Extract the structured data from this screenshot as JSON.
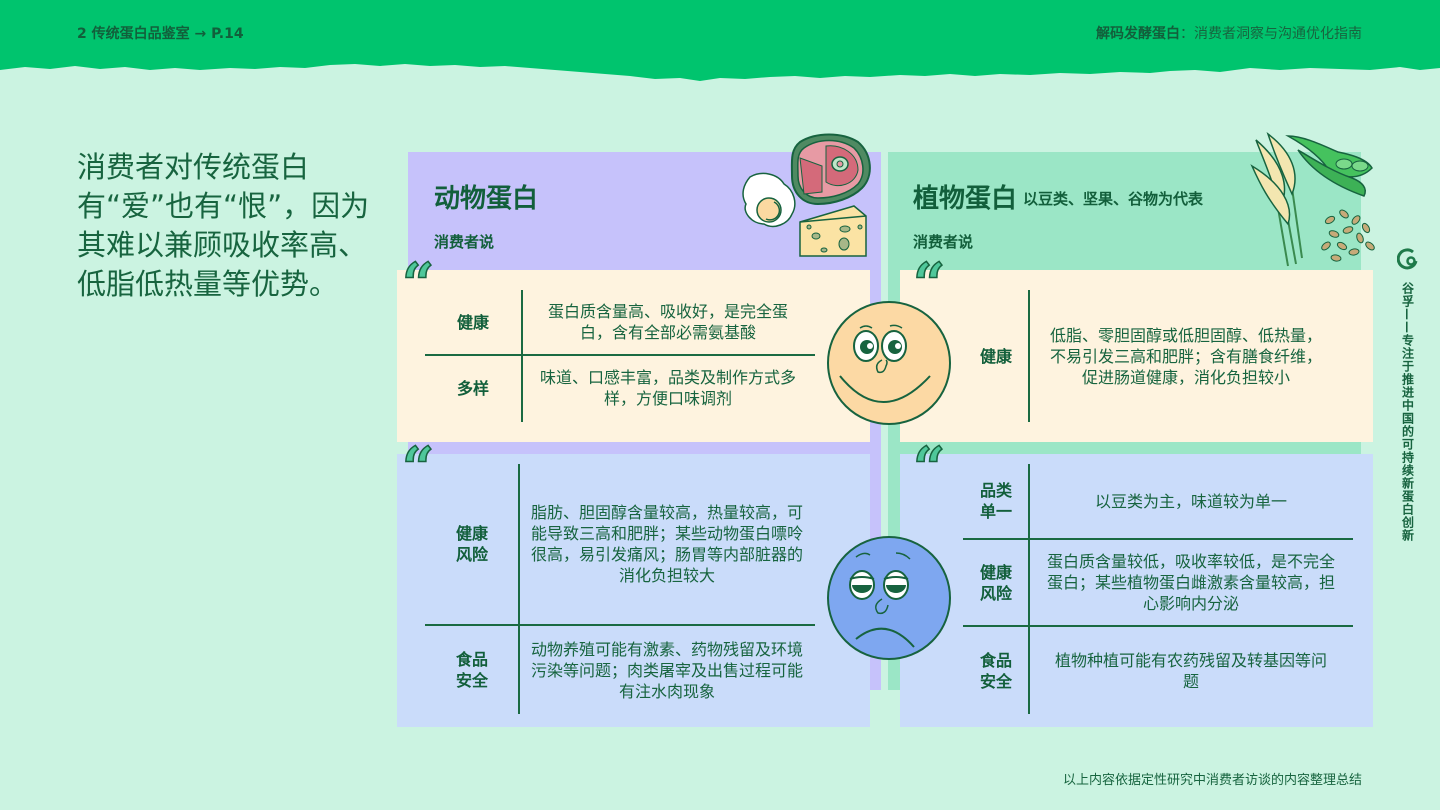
{
  "header": {
    "section": "2  传统蛋白品鉴室 → P.14",
    "report_title_bold": "解码发酵蛋白",
    "report_title_rest": "：消费者洞察与沟通优化指南",
    "bar_color": "#00c46e"
  },
  "headline": "消费者对传统蛋白有“爱”也有“恨”，因为其难以兼顾吸收率高、低脂低热量等优势。",
  "animal": {
    "title": "动物蛋白",
    "consumer_says": "消费者说",
    "positive": [
      {
        "label": "健康",
        "text": "蛋白质含量高、吸收好，是完全蛋白，含有全部必需氨基酸"
      },
      {
        "label": "多样",
        "text": "味道、口感丰富，品类及制作方式多样，方便口味调剂"
      }
    ],
    "negative": [
      {
        "label": "健康\n风险",
        "text": "脂肪、胆固醇含量较高，热量较高，可能导致三高和肥胖；某些动物蛋白嘌呤很高，易引发痛风；肠胃等内部脏器的消化负担较大"
      },
      {
        "label": "食品\n安全",
        "text": "动物养殖可能有激素、药物残留及环境污染等问题；肉类屠宰及出售过程可能有注水肉现象"
      }
    ]
  },
  "plant": {
    "title": "植物蛋白",
    "subtitle": "以豆类、坚果、谷物为代表",
    "consumer_says": "消费者说",
    "positive": [
      {
        "label": "健康",
        "text": "低脂、零胆固醇或低胆固醇、低热量，不易引发三高和肥胖；含有膳食纤维，促进肠道健康，消化负担较小"
      }
    ],
    "negative": [
      {
        "label": "品类\n单一",
        "text": "以豆类为主，味道较为单一"
      },
      {
        "label": "健康\n风险",
        "text": "蛋白质含量较低，吸收率较低，是不完全蛋白；某些植物蛋白雌激素含量较高，担心影响内分泌"
      },
      {
        "label": "食品\n安全",
        "text": "植物种植可能有农药残留及转基因等问题"
      }
    ]
  },
  "quote_mark": "“",
  "brand": {
    "name": "谷孚",
    "tagline": "谷孚——专注于推进中国的可持续新蛋白创新"
  },
  "footnote": "以上内容依据定性研究中消费者访谈的内容整理总结"
}
